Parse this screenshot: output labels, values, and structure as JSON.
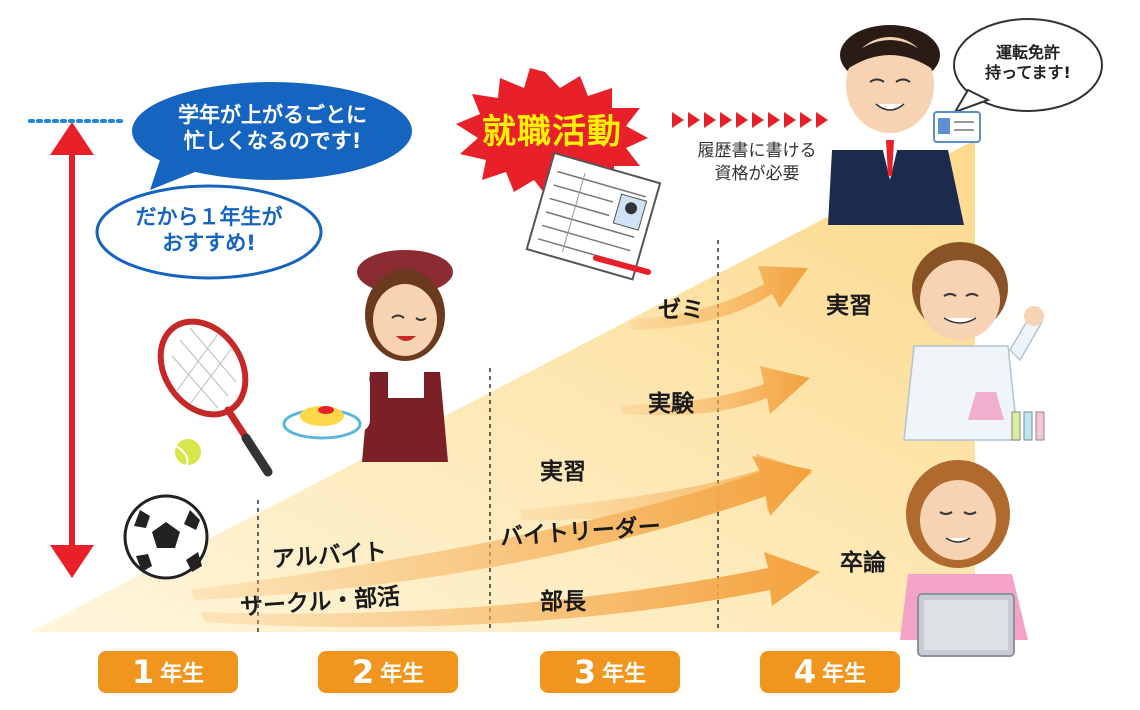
{
  "bubbles": {
    "busy": "学年が上がるごとに\n忙しくなるのです!",
    "recommend": "だから１年生が\nおすすめ!",
    "license": "運転免許\n持ってます!"
  },
  "job_hunting": {
    "title": "就職活動",
    "note": "履歴書に書ける\n資格が必要"
  },
  "activities": {
    "baito": "アルバイト",
    "circle": "サークル・部活",
    "seminar": "ゼミ",
    "experiment": "実験",
    "practice3": "実習",
    "baito_leader": "バイトリーダー",
    "bucho": "部長",
    "practice4": "実習",
    "thesis": "卒論"
  },
  "years": [
    {
      "num": "1",
      "unit": "年生"
    },
    {
      "num": "2",
      "unit": "年生"
    },
    {
      "num": "3",
      "unit": "年生"
    },
    {
      "num": "4",
      "unit": "年生"
    }
  ],
  "colors": {
    "wedge": "#fde6ad",
    "arrow": "#f3a13c",
    "year_box": "#f0961e",
    "bubble_dark": "#1565c0",
    "bubble_border": "#1565c0",
    "red_arrow": "#e8202a",
    "burst": "#e8202a",
    "burst_text": "#fff200"
  },
  "icons": [
    "tennis-racket-icon",
    "tennis-ball-icon",
    "soccer-ball-icon",
    "resume-icon",
    "pen-icon",
    "id-card-icon"
  ]
}
